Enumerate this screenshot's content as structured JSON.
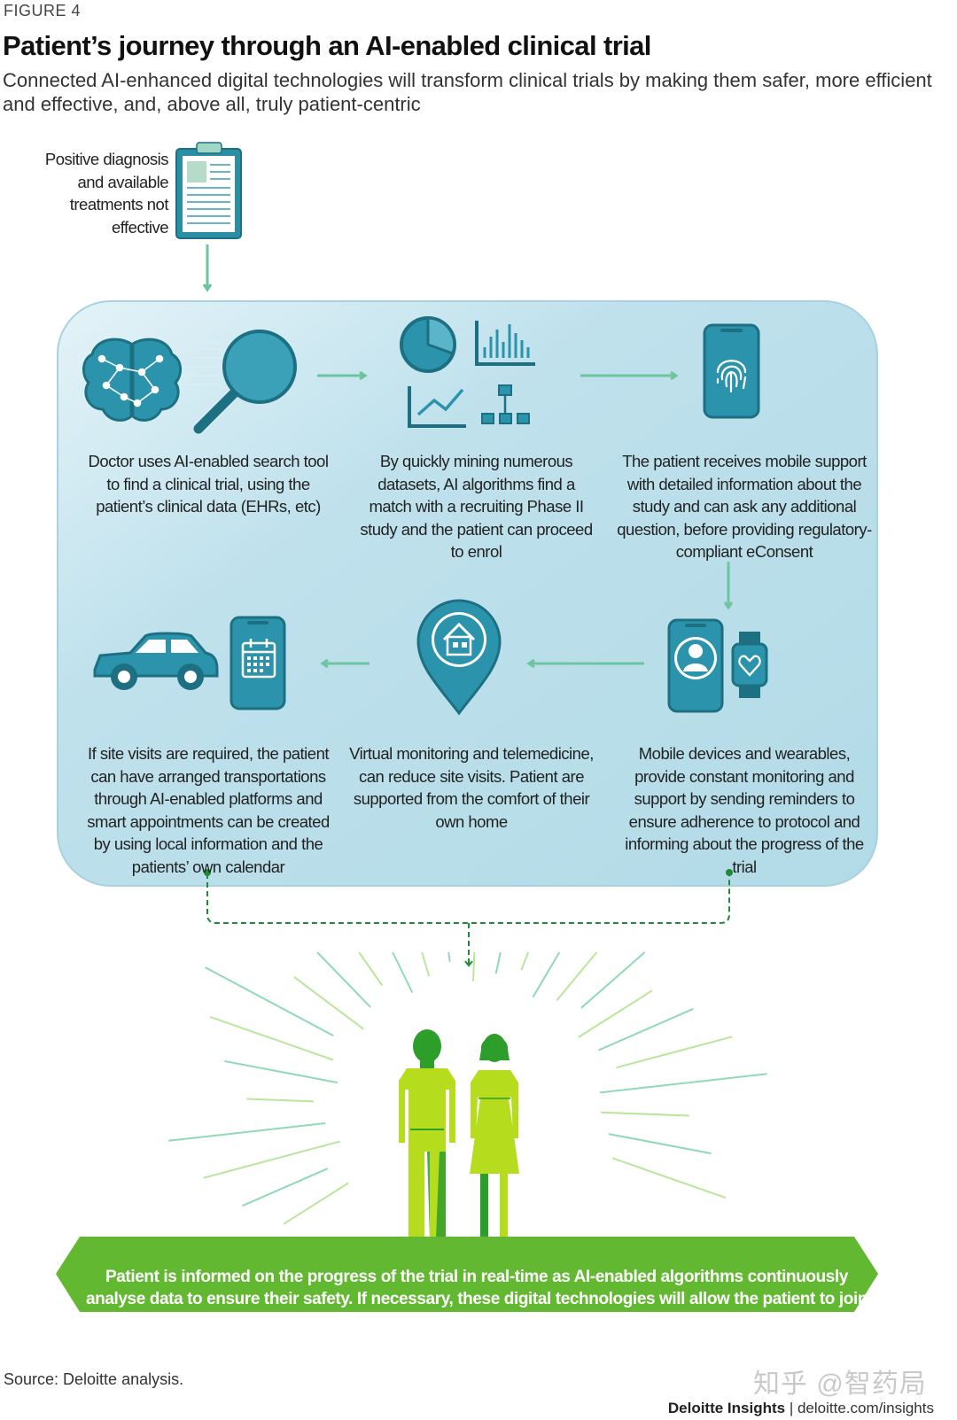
{
  "figure_label": "FIGURE 4",
  "title": "Patient’s journey through an AI-enabled clinical trial",
  "subtitle": "Connected AI-enhanced digital technologies will transform clinical trials by making them safer, more efficient and effective, and, above all, truly patient-centric",
  "start": {
    "text": "Positive diagnosis and available treatments not effective",
    "icon": "clipboard-icon"
  },
  "steps": [
    {
      "text": "Doctor uses AI-enabled search tool to find a clinical trial, using the patient’s clinical data (EHRs, etc)",
      "icon": "brain-search-icon"
    },
    {
      "text": "By quickly mining numerous datasets, AI algorithms find a match with a recruiting Phase II study and the patient can proceed to enrol",
      "icon": "data-charts-icon"
    },
    {
      "text": "The patient receives mobile support with detailed information about the study and can ask any additional question, before providing regulatory-compliant eConsent",
      "icon": "fingerprint-phone-icon"
    },
    {
      "text": "Mobile devices and wearables, provide constant monitoring and support by sending reminders to ensure adherence to protocol and informing about the progress of the trial",
      "icon": "phone-watch-icon"
    },
    {
      "text": "Virtual monitoring and telemedicine, can reduce site visits. Patient are supported from the comfort of their own home",
      "icon": "home-pin-icon"
    },
    {
      "text": "If site visits are required, the patient can have arranged transportations through AI-enabled platforms and smart appointments can be created by using local information and the patients’ own calendar",
      "icon": "car-calendar-icon"
    }
  ],
  "bottom_banner": "Patient is informed on the progress of the trial in real-time as AI-enabled algorithms continuously analyse data to ensure their safety. If necessary, these digital technologies will allow the patient to join later phases of the trial so they can have continued access to the treatment.",
  "source": "Source: Deloitte analysis.",
  "watermark": "知乎 @智药局",
  "footer": {
    "brand": "Deloitte Insights",
    "separator": " | ",
    "url": "deloitte.com/insights"
  },
  "colors": {
    "teal": "#1d6f82",
    "teal_light": "#47a5bd",
    "panel": "#c3e4ee",
    "arrow_green": "#6cc59f",
    "dark_green": "#1e8a3a",
    "lime": "#b5dd1e",
    "banner_green": "#62b931"
  }
}
